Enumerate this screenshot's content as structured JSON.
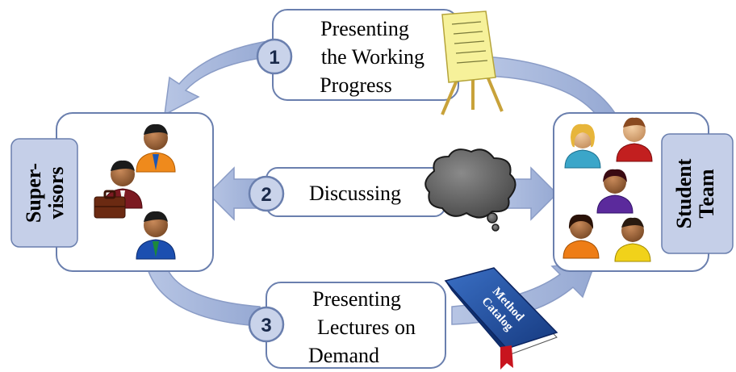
{
  "supervisors": {
    "label_line1": "Super-",
    "label_line2": "visors"
  },
  "student_team": {
    "label_line1": "Student",
    "label_line2": "Team"
  },
  "steps": [
    {
      "number": "1",
      "lines": [
        "Presenting",
        "the Working",
        "Progress"
      ]
    },
    {
      "number": "2",
      "lines": [
        "Discussing"
      ]
    },
    {
      "number": "3",
      "lines": [
        "Presenting",
        "Lectures on",
        "Demand"
      ]
    }
  ],
  "book": {
    "line1": "Method",
    "line2": "Catalog"
  },
  "icons": {
    "flipchart": "flipchart-icon",
    "cloud": "thought-cloud-icon",
    "book": "book-icon",
    "person": "person-icon",
    "briefcase": "briefcase-icon"
  },
  "colors": {
    "arrow_fill": "#a9b9dc",
    "arrow_stroke": "#8a9cc6",
    "label_box": "#c5cfe8",
    "number_circle": "#c9d3ea",
    "book_cover": "#1f4fa0",
    "cloud": "#5f5f5f",
    "flipchart_paper": "#f6f19a"
  }
}
